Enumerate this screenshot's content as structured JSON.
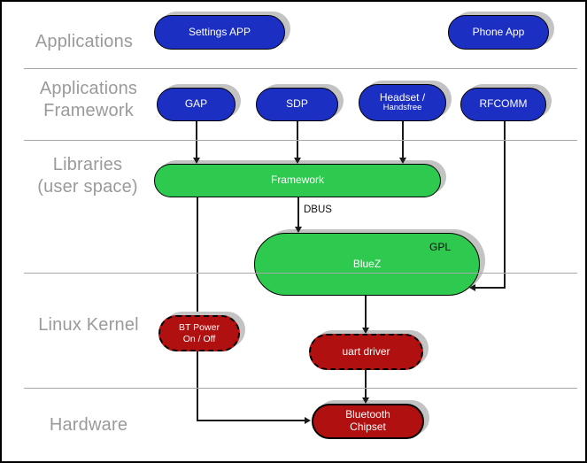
{
  "diagram": {
    "title_hint": "Bluetooth software stack layer diagram",
    "layers": {
      "applications": "Applications",
      "app_framework_line1": "Applications",
      "app_framework_line2": "Framework",
      "libraries_line1": "Libraries",
      "libraries_line2": "(user space)",
      "linux_kernel": "Linux Kernel",
      "hardware": "Hardware"
    },
    "nodes": {
      "settings_app": "Settings APP",
      "phone_app": "Phone App",
      "gap": "GAP",
      "sdp": "SDP",
      "headset_line1": "Headset /",
      "headset_line2": "Handsfree",
      "rfcomm": "RFCOMM",
      "framework": "Framework",
      "bluez": "BlueZ",
      "gpl_tag": "GPL",
      "bt_power_line1": "BT Power",
      "bt_power_line2": "On / Off",
      "uart_driver": "uart driver",
      "chipset_line1": "Bluetooth",
      "chipset_line2": "Chipset"
    },
    "edges": {
      "dbus_label": "DBUS"
    },
    "colors": {
      "app_blue": "#1b2fc3",
      "userspace_green": "#2ec94f",
      "kernel_red": "#b01010",
      "layer_label_gray": "#9a9a9a",
      "divider_gray": "#a8a8a8",
      "shadow_gray": "#c3c3c3"
    }
  }
}
